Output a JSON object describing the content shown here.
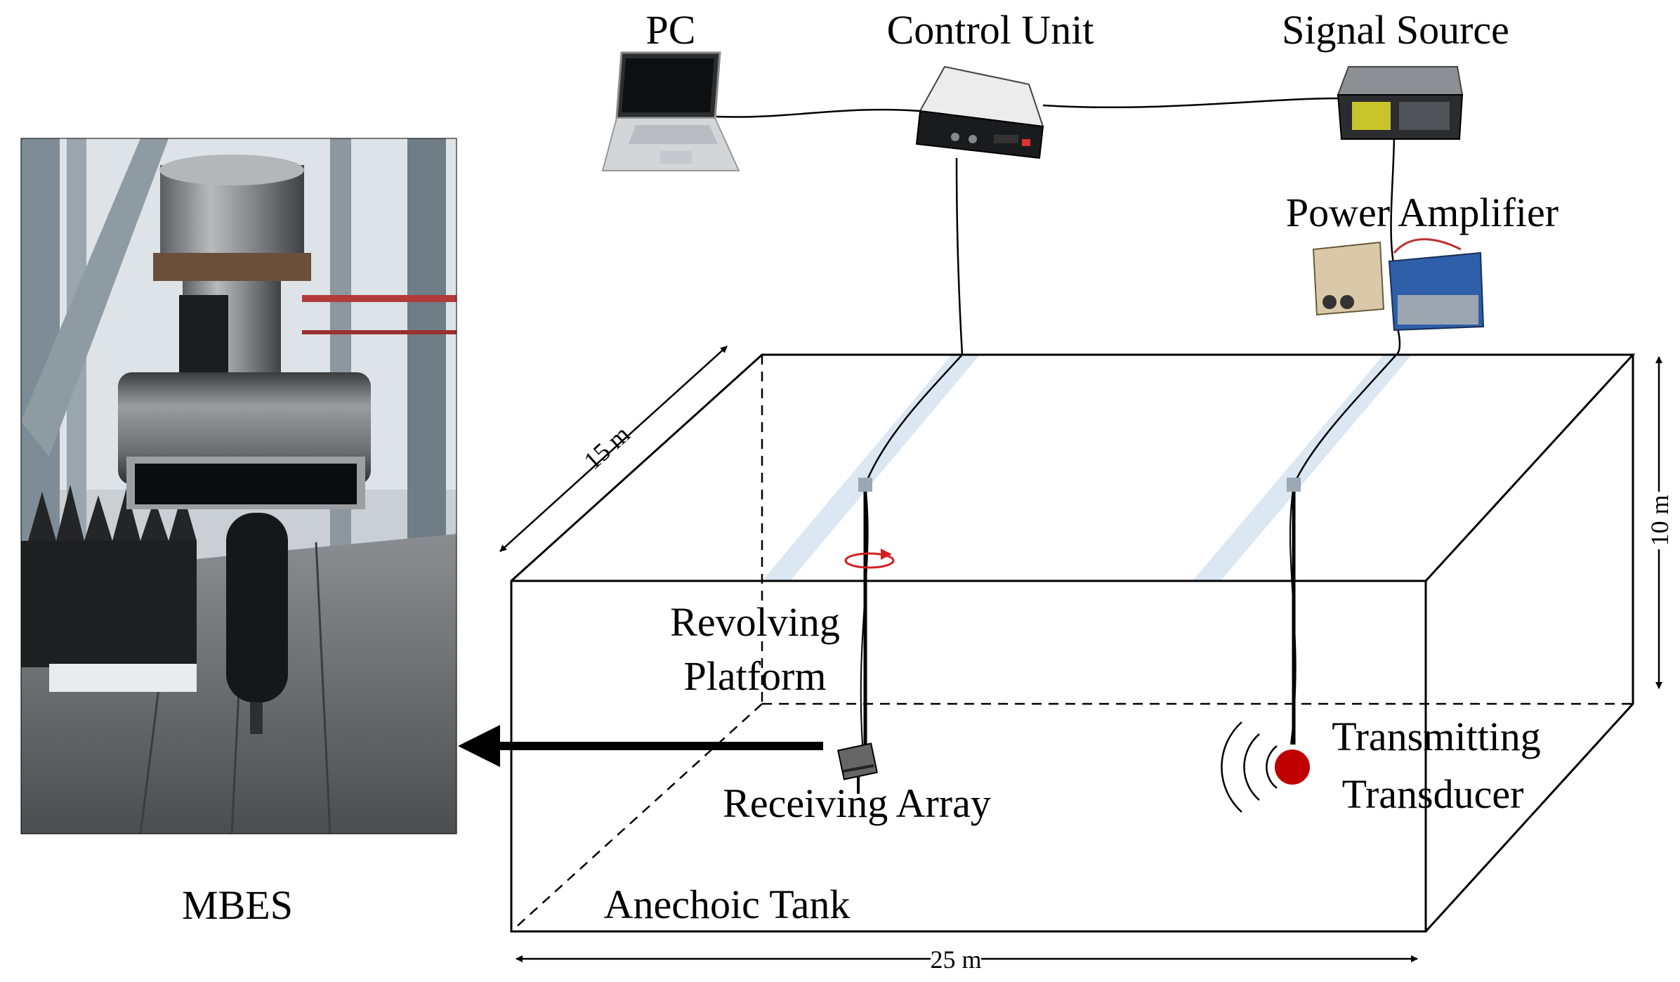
{
  "labels": {
    "pc": "PC",
    "control_unit": "Control Unit",
    "signal_source": "Signal Source",
    "power_amplifier": "Power Amplifier",
    "revolving_platform_line1": "Revolving",
    "revolving_platform_line2": "Platform",
    "receiving_array": "Receiving Array",
    "transmitting_transducer_line1": "Transmitting",
    "transmitting_transducer_line2": "Transducer",
    "anechoic_tank": "Anechoic Tank",
    "mbes": "MBES"
  },
  "dimensions": {
    "depth": "15 m",
    "length": "25 m",
    "height": "10 m"
  },
  "colors": {
    "line": "#000000",
    "rail": "#dbe7f2",
    "transducer": "#c00000",
    "rotation": "#d42020"
  }
}
